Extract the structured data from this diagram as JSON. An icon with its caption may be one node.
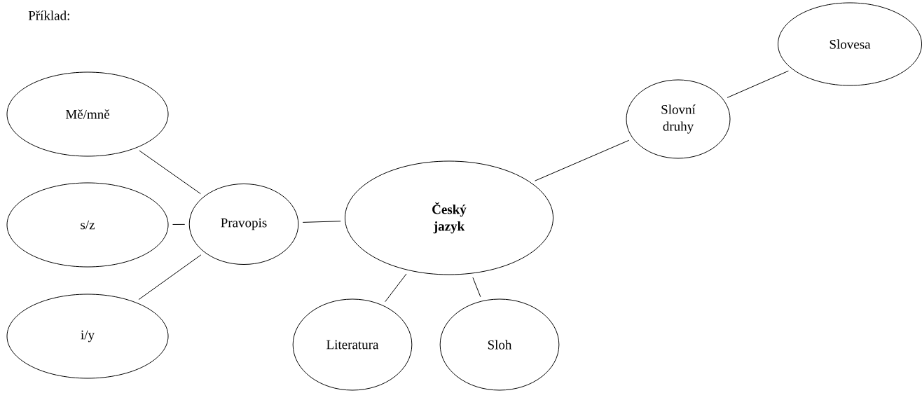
{
  "diagram": {
    "nodes": [
      {
        "text": [
          "Mě/mně"
        ]
      },
      {
        "text": [
          "s/z"
        ]
      },
      {
        "text": [
          "i/y"
        ]
      },
      {
        "text": [
          "Pravopis"
        ]
      },
      {
        "text": [
          "Český jazyk"
        ]
      },
      {
        "text": [
          "Slovní druhy"
        ]
      },
      {
        "text": [
          "Slovesa"
        ]
      },
      {
        "text": [
          "Literatura"
        ]
      },
      {
        "text": [
          "Sloh"
        ]
      }
    ],
    "edges": [
      {
        "from": 3,
        "to": 0,
        "arrow": "none"
      },
      {
        "from": 3,
        "to": 1,
        "arrow": "none"
      },
      {
        "from": 3,
        "to": 2,
        "arrow": "none"
      },
      {
        "from": 4,
        "to": 3,
        "arrow": "none"
      },
      {
        "from": 4,
        "to": 5,
        "arrow": "none"
      },
      {
        "from": 5,
        "to": 6,
        "arrow": "none"
      },
      {
        "from": 4,
        "to": 7,
        "arrow": "none"
      },
      {
        "from": 4,
        "to": 8,
        "arrow": "none"
      }
    ],
    "labels": [
      "Příklad:"
    ]
  }
}
